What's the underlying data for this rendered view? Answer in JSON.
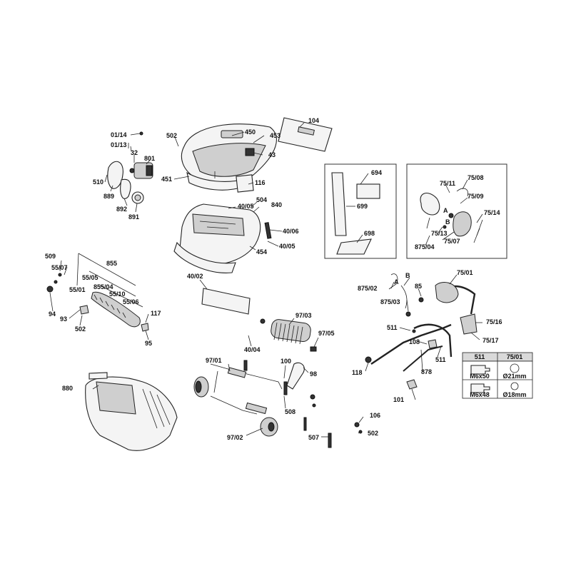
{
  "labels": {
    "l104": "104",
    "l450": "450",
    "l453": "453",
    "l43": "43",
    "l502a": "502",
    "l451": "451",
    "l0114": "01/14",
    "l0113": "01/13",
    "l32": "32",
    "l801": "801",
    "l510": "510",
    "l889": "889",
    "l892": "892",
    "l891": "891",
    "l116": "116",
    "l504": "504",
    "l4005a": "40/05",
    "l840": "840",
    "l4006": "40/06",
    "l4005b": "40/05",
    "l454": "454",
    "l694": "694",
    "l699": "699",
    "l698": "698",
    "l7511": "75/11",
    "l7508": "75/08",
    "l7509": "75/09",
    "l7514": "75/14",
    "l7513": "75/13",
    "l7507": "75/07",
    "l87504": "875/04",
    "lA1": "A",
    "lB1": "B",
    "l509": "509",
    "l5507": "55/07",
    "l855": "855",
    "l5505": "55/05",
    "l5501": "55/01",
    "l85504": "855/04",
    "l5510": "55/10",
    "l5506": "55/06",
    "l94": "94",
    "l93": "93",
    "l502b": "502",
    "l117": "117",
    "l95": "95",
    "l4002": "40/02",
    "l9703": "97/03",
    "l9705": "97/05",
    "l4004": "40/04",
    "l87502": "875/02",
    "lA2": "A",
    "lB2": "B",
    "l85": "85",
    "l87503": "875/03",
    "l7501": "75/01",
    "l511a": "511",
    "l108": "108",
    "l7516": "75/16",
    "l7517": "75/17",
    "l880": "880",
    "l9701": "97/01",
    "l100": "100",
    "l98": "98",
    "l508": "508",
    "l9702": "97/02",
    "l507": "507",
    "l106": "106",
    "l502c": "502",
    "l118": "118",
    "l878": "878",
    "l511b": "511",
    "l101": "101"
  },
  "table": {
    "head_col1": "511",
    "head_col2": "75/01",
    "row1_col1": "M6x50",
    "row1_col2": "Ø21mm",
    "row2_col1": "M6x48",
    "row2_col2": "Ø18mm"
  }
}
